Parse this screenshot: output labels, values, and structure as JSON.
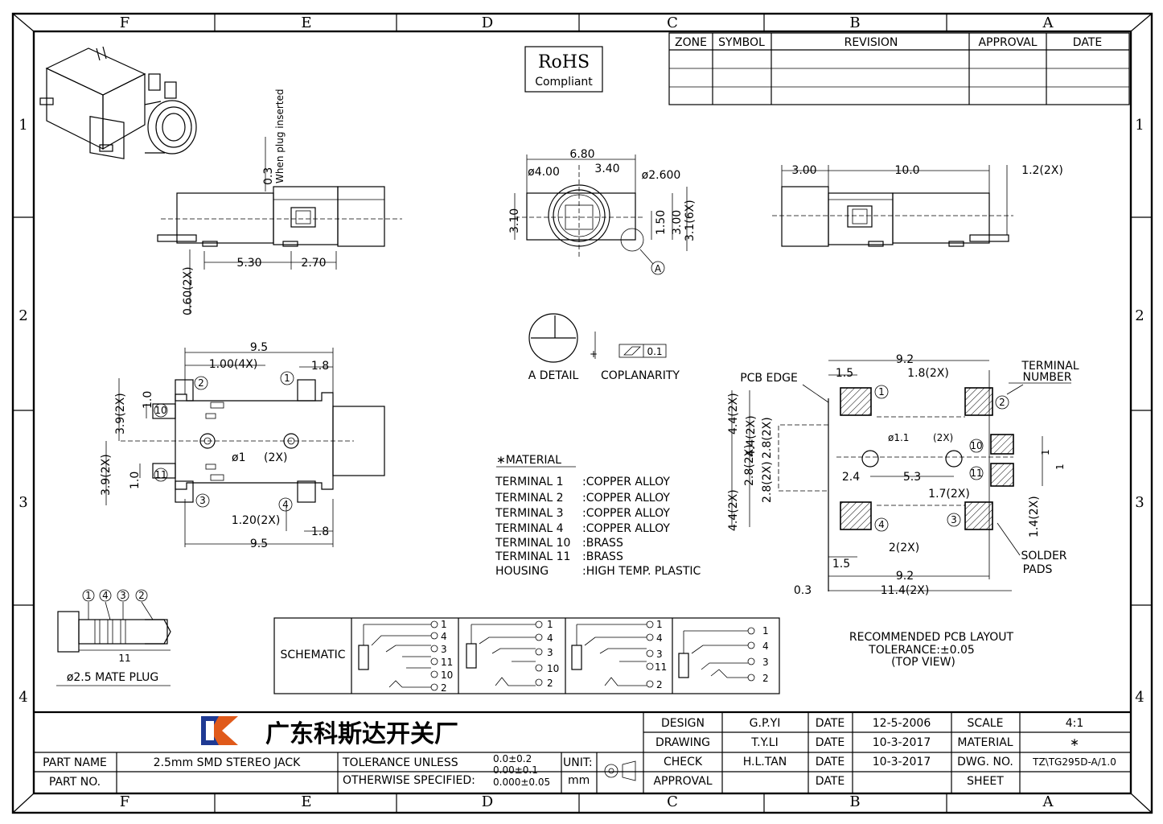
{
  "zones_cols": [
    "F",
    "E",
    "D",
    "C",
    "B",
    "A"
  ],
  "zones_rows": [
    "1",
    "2",
    "3",
    "4"
  ],
  "rohs": {
    "line1": "RoHS",
    "line2": "Compliant"
  },
  "revision": {
    "headers": [
      "ZONE",
      "SYMBOL",
      "REVISION",
      "APPROVAL",
      "DATE"
    ]
  },
  "side_view": {
    "d1": "0.3",
    "note": "When plug inserted",
    "d2": "5.30",
    "d3": "2.70",
    "d4": "0.60(2X)"
  },
  "front_view": {
    "d1": "6.80",
    "d2": "ø4.00",
    "d3": "3.40",
    "d4": "ø2.600",
    "d5": "3.10",
    "d6": "1.50",
    "d7": "3.00",
    "d8": "3.1(6X)",
    "detail_tag": "A"
  },
  "right_view": {
    "d1": "3.00",
    "d2": "10.0",
    "d3": "1.2(2X)"
  },
  "detail": {
    "label": "A DETAIL",
    "coplanarity": "COPLANARITY",
    "tol": "0.1"
  },
  "top_view": {
    "d1": "9.5",
    "d2": "1.00(4X)",
    "d3": "1.8",
    "d4": "3.9(2X)",
    "d5": "1.0",
    "d6": "3.9(2X)",
    "d7": "1.0",
    "d8": "ø1",
    "d9": "(2X)",
    "d10": "1.20(2X)",
    "d11": "1.8",
    "d12": "9.5",
    "t1": "1",
    "t2": "2",
    "t10": "10",
    "t11": "11",
    "t3": "3",
    "t4": "4"
  },
  "material": {
    "title": "∗MATERIAL",
    "rows": [
      {
        "name": "TERMINAL 1",
        "value": ":COPPER ALLOY"
      },
      {
        "name": "TERMINAL 2",
        "value": ":COPPER ALLOY"
      },
      {
        "name": "TERMINAL 3",
        "value": ":COPPER ALLOY"
      },
      {
        "name": "TERMINAL 4",
        "value": ":COPPER ALLOY"
      },
      {
        "name": "TERMINAL 10",
        "value": ":BRASS"
      },
      {
        "name": "TERMINAL 11",
        "value": ":BRASS"
      },
      {
        "name": "HOUSING",
        "value": ":HIGH TEMP. PLASTIC"
      }
    ]
  },
  "pcb": {
    "d_top": "9.2",
    "d_15": "1.5",
    "d_18": "1.8(2X)",
    "terminal_number": "TERMINAL",
    "terminal_number2": "NUMBER",
    "pcb_edge": "PCB EDGE",
    "d_44a": "4.4(2X)",
    "d_44b": "4.4(2X)",
    "d_28a": "2.8(2X)",
    "d_28b": "2.8(2X)",
    "d_2x": "2.8(2X)",
    "d_44c": "4.4(2X)",
    "hole": "ø1.1",
    "hole2": "(2X)",
    "d_24": "2.4",
    "d_53": "5.3",
    "d_17": "1.7(2X)",
    "d_14": "1.4(2X)",
    "d_1a": "1",
    "d_1b": "1",
    "d_15b": "1.5",
    "d_2": "2(2X)",
    "d_92": "9.2",
    "d_03": "0.3",
    "d_114": "11.4(2X)",
    "solder": "SOLDER",
    "pads": "PADS",
    "caption1": "RECOMMENDED PCB LAYOUT",
    "caption2": "TOLERANCE:±0.05",
    "caption3": "(TOP VIEW)",
    "n1": "1",
    "n2": "2",
    "n3": "3",
    "n4": "4",
    "n10": "10",
    "n11": "11"
  },
  "plug": {
    "n1": "1",
    "n4": "4",
    "n3": "3",
    "n2": "2",
    "len": "11",
    "label": "ø2.5 MATE PLUG"
  },
  "schematic": {
    "label": "SCHEMATIC",
    "groups": [
      [
        "1",
        "4",
        "3",
        "11",
        "10",
        "2"
      ],
      [
        "1",
        "4",
        "3",
        "10",
        "2"
      ],
      [
        "1",
        "4",
        "3",
        "11",
        "2"
      ],
      [
        "1",
        "4",
        "3",
        "2"
      ]
    ]
  },
  "title_block": {
    "company": "广东科斯达开关厂",
    "part_name_label": "PART NAME",
    "part_name": "2.5mm SMD STEREO JACK",
    "part_no_label": "PART NO.",
    "tol1": "TOLERANCE UNLESS",
    "tol2": "OTHERWISE SPECIFIED:",
    "tolv1": "0.0±0.2",
    "tolv2": "0.00±0.1",
    "tolv3": "0.000±0.05",
    "unit": "UNIT:",
    "mm": "mm",
    "design": "DESIGN",
    "design_by": "G.P.YI",
    "date_lbl": "DATE",
    "design_date": "12-5-2006",
    "drawing": "DRAWING",
    "drawing_by": "T.Y.LI",
    "drawing_date": "10-3-2017",
    "check": "CHECK",
    "check_by": "H.L.TAN",
    "check_date": "10-3-2017",
    "approval": "APPROVAL",
    "scale": "SCALE",
    "scale_v": "4:1",
    "material": "MATERIAL",
    "material_v": "∗",
    "dwg": "DWG. NO.",
    "dwg_v": "TZ\\TG295D-A/1.0",
    "sheet": "SHEET"
  }
}
